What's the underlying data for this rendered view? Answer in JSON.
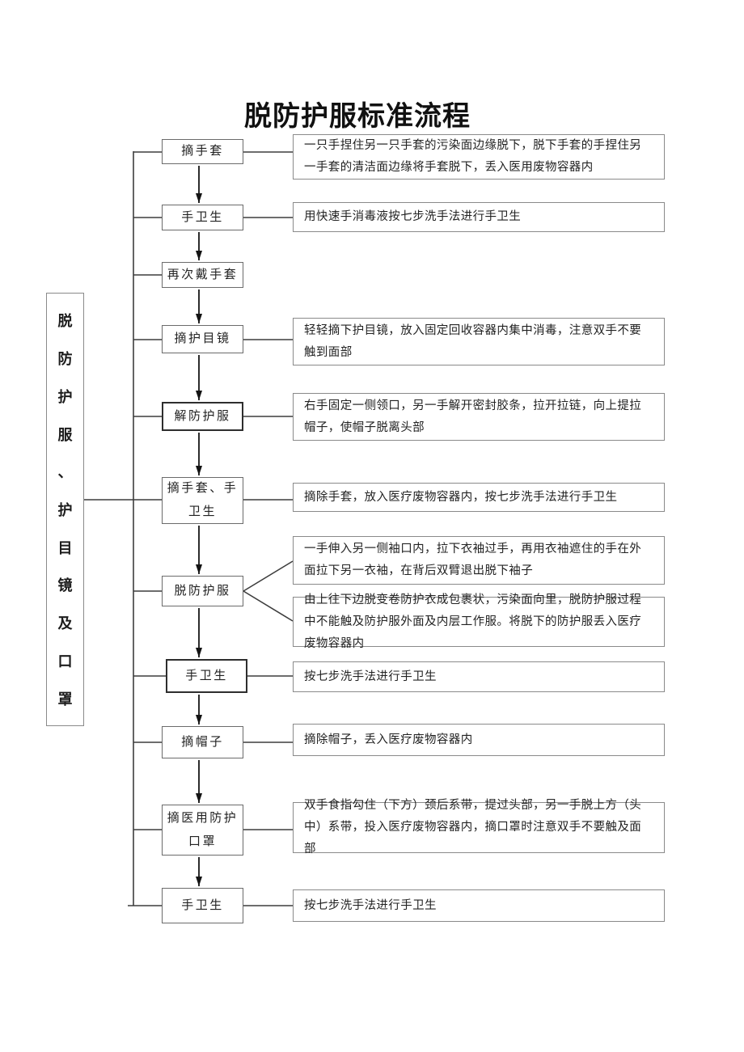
{
  "page": {
    "title": "脱防护服标准流程"
  },
  "side_label": {
    "text": "脱防护服、护目镜及口罩"
  },
  "steps": [
    {
      "label": "摘手套",
      "desc": [
        "一只手捏住另一只手套的污染面边缘脱下，脱下手套的手捏住另一手套的清洁面边缘将手套脱下，丢入医用废物容器内"
      ]
    },
    {
      "label": "手卫生",
      "desc": [
        "用快速手消毒液按七步洗手法进行手卫生"
      ]
    },
    {
      "label": "再次戴手套",
      "desc": []
    },
    {
      "label": "摘护目镜",
      "desc": [
        "轻轻摘下护目镜，放入固定回收容器内集中消毒，注意双手不要触到面部"
      ]
    },
    {
      "label": "解防护服",
      "desc": [
        "右手固定一侧领口，另一手解开密封胶条，拉开拉链，向上提拉帽子，使帽子脱离头部"
      ]
    },
    {
      "label": "摘手套、手卫生",
      "desc": [
        "摘除手套，放入医疗废物容器内，按七步洗手法进行手卫生"
      ]
    },
    {
      "label": "脱防护服",
      "desc": [
        "一手伸入另一侧袖口内，拉下衣袖过手，再用衣袖遮住的手在外面拉下另一衣袖，在背后双臂退出脱下袖子",
        "由上往下边脱变卷防护衣成包裹状，污染面向里，脱防护服过程中不能触及防护服外面及内层工作服。将脱下的防护服丢入医疗废物容器内"
      ]
    },
    {
      "label": "手卫生",
      "desc": [
        "按七步洗手法进行手卫生"
      ]
    },
    {
      "label": "摘帽子",
      "desc": [
        "摘除帽子，丢入医疗废物容器内"
      ]
    },
    {
      "label": "摘医用防护口罩",
      "desc": [
        "双手食指勾住（下方）颈后系带，提过头部，另一手脱上方（头中）系带，投入医疗废物容器内，摘口罩时注意双手不要触及面部"
      ]
    },
    {
      "label": "手卫生",
      "desc": [
        "按七步洗手法进行手卫生"
      ]
    }
  ],
  "colors": {
    "line": "#3d3d3d",
    "arrow": "#141414",
    "box_border": "#6b6b6b",
    "box_border_strong": "#2e2e2e",
    "desc_border": "#8a8a8a",
    "text": "#222222",
    "background": "#ffffff"
  }
}
